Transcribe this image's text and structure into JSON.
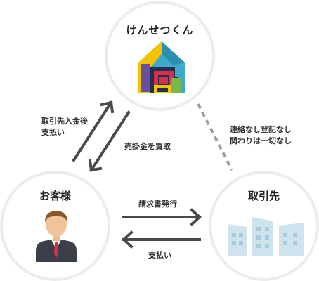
{
  "nodes": {
    "system": {
      "title": "けんせつくん",
      "icon": "house-logo-icon"
    },
    "customer": {
      "title": "お客様",
      "icon": "businessman-icon"
    },
    "partner": {
      "title": "取引先",
      "icon": "buildings-icon"
    }
  },
  "labels": {
    "pay_after_line1": "取引先入金後",
    "pay_after_line2": "支払い",
    "buy_receivables": "売掛金を買取",
    "no_contact_line1": "連絡なし登記なし",
    "no_contact_line2": "関わりは一切なし",
    "invoice": "請求書発行",
    "payment": "支払い"
  },
  "colors": {
    "circle_border": "#ececec",
    "arrow": "#4a4a4a",
    "dashed": "#9e9e9e",
    "logo_blue": "#3fa9c9",
    "logo_red": "#d9304a",
    "logo_yellow": "#f5c400",
    "logo_green": "#7ab648",
    "logo_purple": "#6a4fa0",
    "logo_navy": "#22304f",
    "building": "#cfe3ee"
  }
}
